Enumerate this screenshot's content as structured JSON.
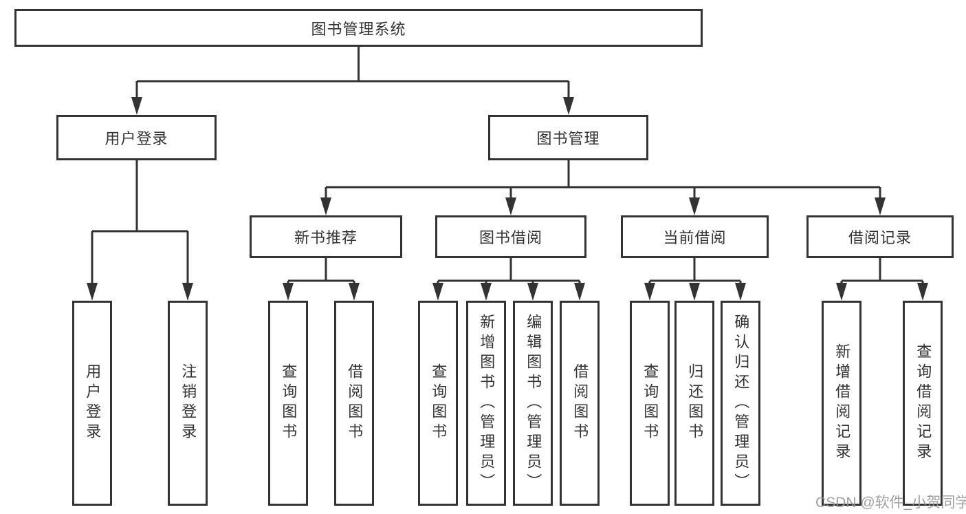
{
  "diagram_type": "hierarchical tree / functional structure chart",
  "colors": {
    "line": "#333333",
    "box_border": "#333333",
    "box_fill": "#ffffff",
    "text": "#333333",
    "background": "#ffffff",
    "watermark": "#969696"
  },
  "tree": {
    "root": "图书管理系统",
    "branches": [
      {
        "label": "用户登录",
        "children": [
          {
            "label": "用户登录"
          },
          {
            "label": "注销登录"
          }
        ]
      },
      {
        "label": "图书管理",
        "children": [
          {
            "label": "新书推荐",
            "children": [
              {
                "label": "查询图书"
              },
              {
                "label": "借阅图书"
              }
            ]
          },
          {
            "label": "图书借阅",
            "children": [
              {
                "label": "查询图书"
              },
              {
                "label": "新增图书（管理员）"
              },
              {
                "label": "编辑图书（管理员）"
              },
              {
                "label": "借阅图书"
              }
            ]
          },
          {
            "label": "当前借阅",
            "children": [
              {
                "label": "查询图书"
              },
              {
                "label": "归还图书"
              },
              {
                "label": "确认归还（管理员）"
              }
            ]
          },
          {
            "label": "借阅记录",
            "children": [
              {
                "label": "新增借阅记录"
              },
              {
                "label": "查询借阅记录"
              }
            ]
          }
        ]
      }
    ]
  },
  "watermark": "CSDN @软件_小贺同学"
}
